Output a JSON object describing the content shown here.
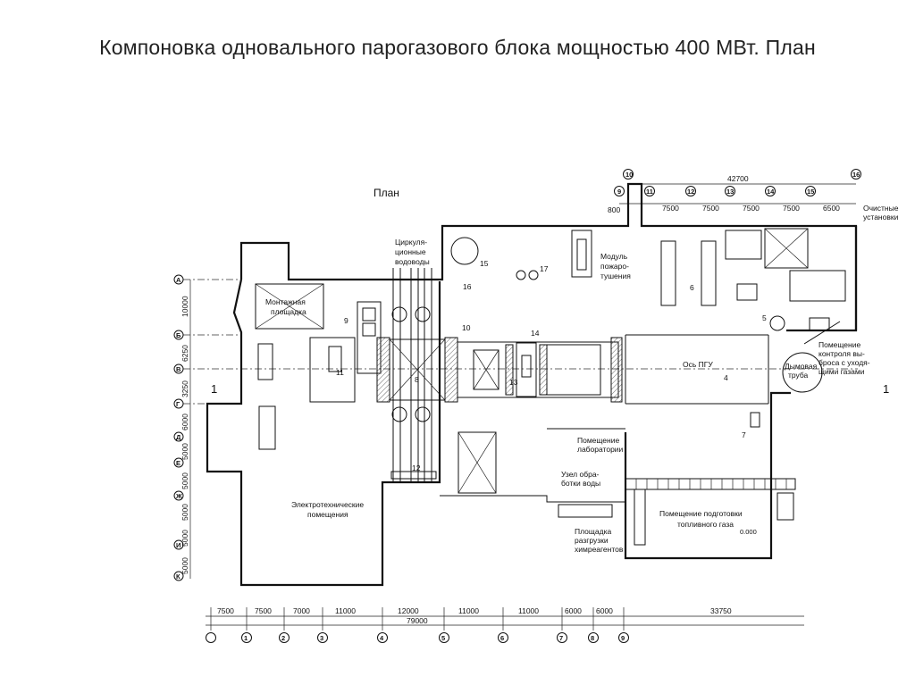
{
  "title": "Компоновка одновального парогазового блока мощностью 400 МВт. План",
  "plan_label": "План",
  "labels": {
    "circ_water": [
      "Циркуля-",
      "ционные",
      "водоводы"
    ],
    "montage": [
      "Монтажная",
      "площадка"
    ],
    "fire_module": [
      "Модуль",
      "пожаро-",
      "тушения"
    ],
    "treatment": [
      "Очистные",
      "установки"
    ],
    "emission_control": [
      "Помещение",
      "контроля вы-",
      "броса с уходя-",
      "щими газами"
    ],
    "stack": [
      "Дымовая",
      "труба"
    ],
    "pgu_axis": "Ось ПГУ",
    "lab": [
      "Помещение",
      "лаборатории"
    ],
    "water_treatment": [
      "Узел обра-",
      "ботки воды"
    ],
    "electrical": [
      "Электротехнические",
      "помещения"
    ],
    "chem_unload": [
      "Площадка",
      "разгрузки",
      "химреагентов"
    ],
    "fuel_gas": [
      "Помещение подготовки",
      "топливного газа"
    ],
    "section_mark": "1",
    "small_note": "0.000"
  },
  "equipment_numbers": [
    "15",
    "16",
    "17",
    "6",
    "9",
    "10",
    "14",
    "11",
    "8",
    "13",
    "4",
    "5",
    "7",
    "12"
  ],
  "top_dims": {
    "total": "42700",
    "offset": "800",
    "spans": [
      "7500",
      "7500",
      "7500",
      "7500",
      "6500"
    ]
  },
  "top_axes": [
    "10",
    "9",
    "11",
    "12",
    "13",
    "14",
    "15",
    "16"
  ],
  "left_axes": [
    "А",
    "Б",
    "В",
    "Г",
    "Д",
    "Е",
    "Ж",
    "И",
    "К"
  ],
  "left_dims": [
    "10000",
    "6250",
    "3250",
    "6000",
    "5000",
    "5000",
    "5000",
    "5000",
    "5000"
  ],
  "bottom_dims": {
    "spans": [
      "7500",
      "7500",
      "7000",
      "11000",
      "12000",
      "11000",
      "11000",
      "6000",
      "6000",
      "33750"
    ],
    "total": "79000"
  },
  "bottom_axes": [
    "",
    "1",
    "2",
    "3",
    "4",
    "5",
    "6",
    "7",
    "8",
    "9"
  ]
}
